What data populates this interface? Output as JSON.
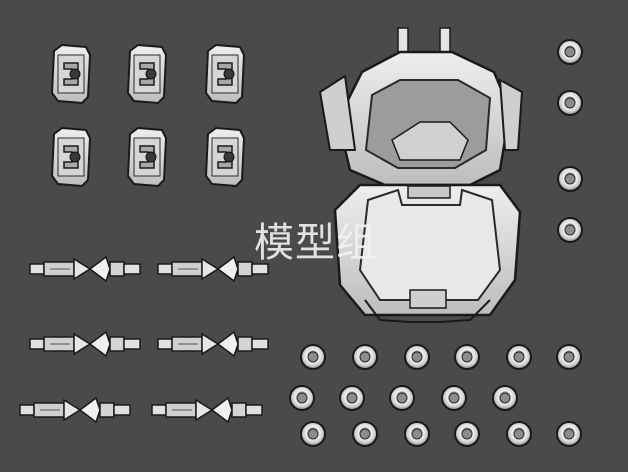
{
  "scene": {
    "background": "#4a4a4a",
    "part_fill": "#d9d9d9",
    "part_shade": "#9a9a9a",
    "outline": "#1a1a1a",
    "watermark_text": "模型组"
  },
  "parts": {
    "clips": [
      "clip",
      "clip",
      "clip",
      "clip",
      "clip",
      "clip"
    ],
    "bows": [
      "bow",
      "bow",
      "bow",
      "bow",
      "bow",
      "bow"
    ],
    "washers_right": 4,
    "washers_grid": 17,
    "helmet": "open-helmet"
  }
}
